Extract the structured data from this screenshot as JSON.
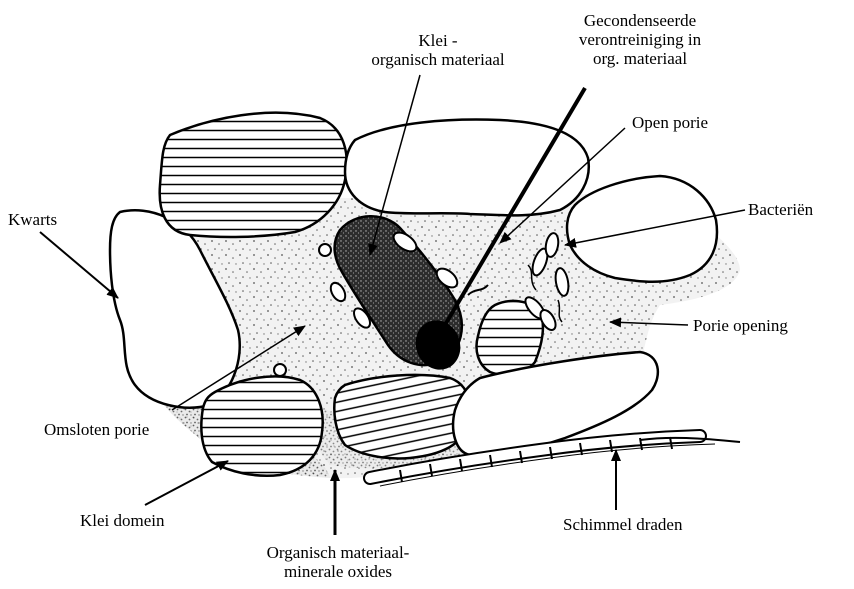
{
  "labels": {
    "klei_organisch": [
      "Klei -",
      "organisch materiaal"
    ],
    "gecondenseerde": [
      "Gecondenseerde",
      "verontreiniging in",
      "org. materiaal"
    ],
    "open_porie": "Open porie",
    "bacterien": "Bacteriën",
    "kwarts": "Kwarts",
    "porie_opening": "Porie opening",
    "omsloten_porie": "Omsloten porie",
    "klei_domein": "Klei domein",
    "schimmel_draden": "Schimmel draden",
    "organisch_oxides": [
      "Organisch materiaal-",
      "minerale oxides"
    ]
  },
  "colors": {
    "ink": "#000000",
    "paper": "#ffffff",
    "matrix": "#f1f1f1"
  }
}
